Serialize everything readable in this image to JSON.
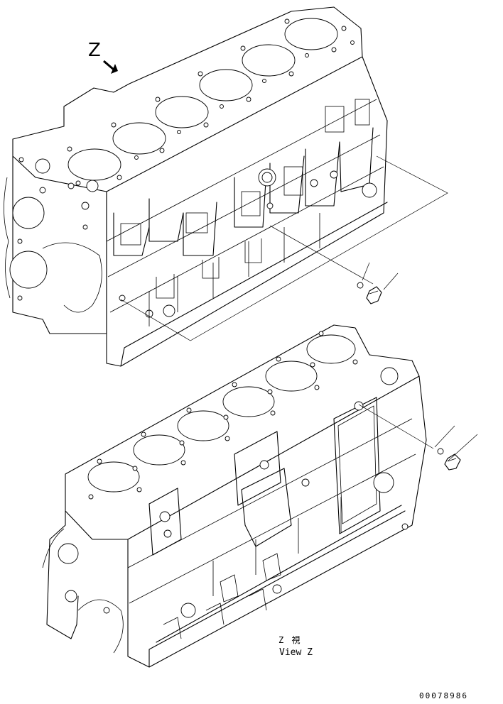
{
  "view_marker": {
    "letter": "Z"
  },
  "view_label": {
    "jp": "Z 視",
    "en": "View Z"
  },
  "drawing_number": "00078986"
}
